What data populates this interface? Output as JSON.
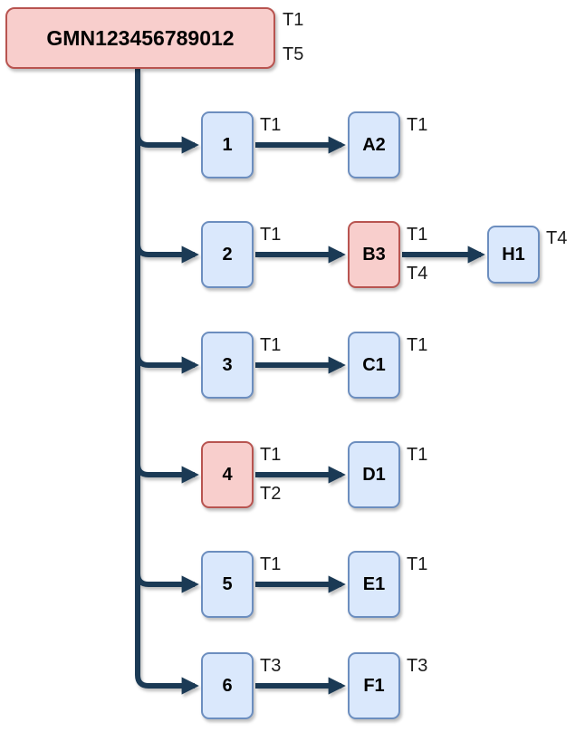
{
  "diagram": {
    "root": {
      "label": "GMN123456789012",
      "style": "red",
      "tags": [
        "T1",
        "T5"
      ]
    },
    "rows": [
      {
        "source": {
          "label": "1",
          "style": "blue",
          "tags": [
            "T1"
          ]
        },
        "target": {
          "label": "A2",
          "style": "blue",
          "tags": [
            "T1"
          ]
        }
      },
      {
        "source": {
          "label": "2",
          "style": "blue",
          "tags": [
            "T1"
          ]
        },
        "target": {
          "label": "B3",
          "style": "red",
          "tags": [
            "T1",
            "T4"
          ]
        },
        "extra_target": {
          "label": "H1",
          "style": "blue",
          "tags": [
            "T4"
          ]
        }
      },
      {
        "source": {
          "label": "3",
          "style": "blue",
          "tags": [
            "T1"
          ]
        },
        "target": {
          "label": "C1",
          "style": "blue",
          "tags": [
            "T1"
          ]
        }
      },
      {
        "source": {
          "label": "4",
          "style": "red",
          "tags": [
            "T1",
            "T2"
          ]
        },
        "target": {
          "label": "D1",
          "style": "blue",
          "tags": [
            "T1"
          ]
        }
      },
      {
        "source": {
          "label": "5",
          "style": "blue",
          "tags": [
            "T1"
          ]
        },
        "target": {
          "label": "E1",
          "style": "blue",
          "tags": [
            "T1"
          ]
        }
      },
      {
        "source": {
          "label": "6",
          "style": "blue",
          "tags": [
            "T3"
          ]
        },
        "target": {
          "label": "F1",
          "style": "blue",
          "tags": [
            "T3"
          ]
        }
      }
    ],
    "colors": {
      "node_blue_fill": "#dae8fc",
      "node_blue_border": "#6c8ebf",
      "node_red_fill": "#f8cecc",
      "node_red_border": "#b85450",
      "connector": "#1b3a55",
      "background": "#ffffff"
    }
  }
}
